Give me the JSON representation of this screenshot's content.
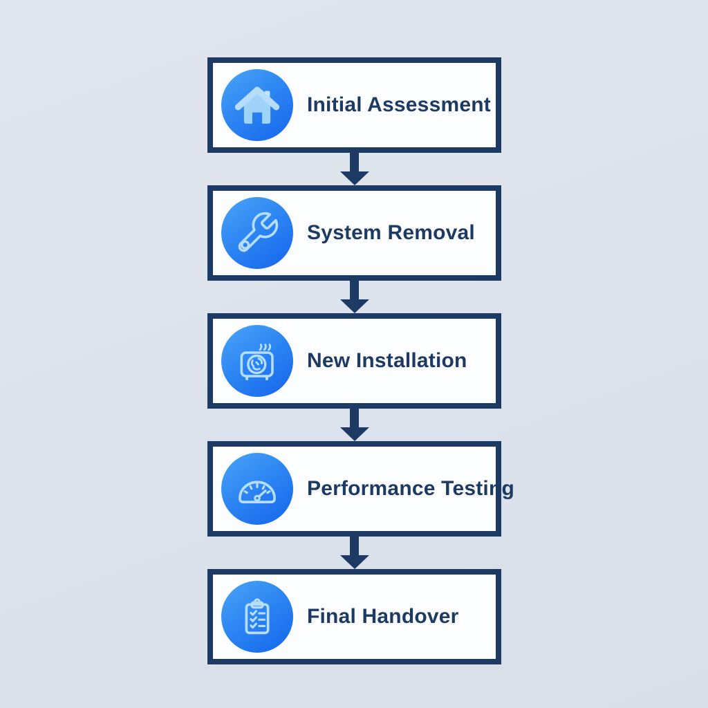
{
  "page": {
    "background_color": "#dde3ec",
    "type": "process-flowchart",
    "orientation": "vertical"
  },
  "flowchart": {
    "box_border_color": "#1c3a63",
    "box_background_color": "#fcfdfe",
    "label_text_color": "#1d3a63",
    "arrow_color": "#1c3a63",
    "icon_circle_gradient": [
      "#4ba4f7",
      "#1565ec"
    ],
    "icon_glyph_color": "#b6defb",
    "steps": [
      {
        "label": "Initial Assessment",
        "icon": "house-icon"
      },
      {
        "label": "System Removal",
        "icon": "wrench-icon"
      },
      {
        "label": "New Installation",
        "icon": "hvac-unit-icon"
      },
      {
        "label": "Performance Testing",
        "icon": "gauge-icon"
      },
      {
        "label": "Final Handover",
        "icon": "clipboard-checklist-icon"
      }
    ]
  }
}
